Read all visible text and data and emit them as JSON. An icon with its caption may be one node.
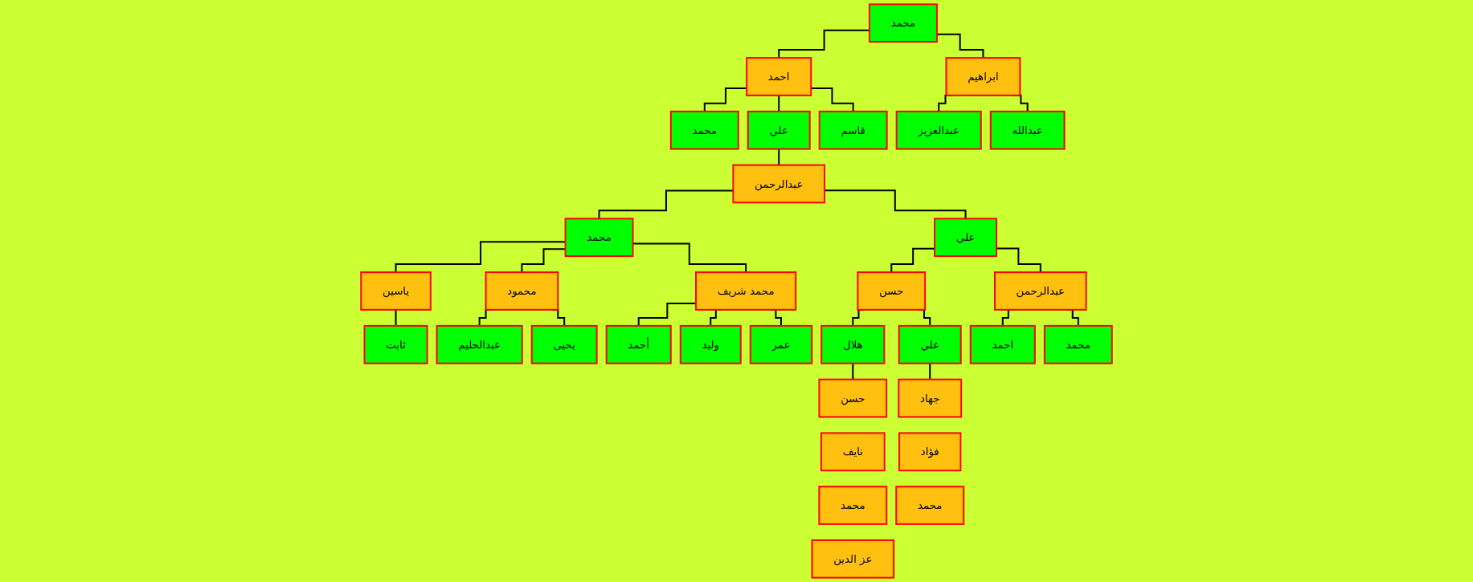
{
  "diagram": {
    "nodes": [
      {
        "text": [
          "محمد"
        ]
      },
      {
        "text": [
          "احمد"
        ]
      },
      {
        "text": [
          "ابراهيم"
        ]
      },
      {
        "text": [
          "محمد"
        ]
      },
      {
        "text": [
          "علي"
        ]
      },
      {
        "text": [
          "قاسم"
        ]
      },
      {
        "text": [
          "عبدالعزيز"
        ]
      },
      {
        "text": [
          "عبدالله"
        ]
      },
      {
        "text": [
          "عبدالرحمن"
        ]
      },
      {
        "text": [
          "محمد"
        ]
      },
      {
        "text": [
          "علي"
        ]
      },
      {
        "text": [
          "ياسين"
        ]
      },
      {
        "text": [
          "محمود"
        ]
      },
      {
        "text": [
          "محمد شريف"
        ]
      },
      {
        "text": [
          "حسن"
        ]
      },
      {
        "text": [
          "عبدالرحمن"
        ]
      },
      {
        "text": [
          "ثابت"
        ]
      },
      {
        "text": [
          "عبدالحليم"
        ]
      },
      {
        "text": [
          "يحيى"
        ]
      },
      {
        "text": [
          "هلال"
        ]
      },
      {
        "text": [
          "علي"
        ]
      },
      {
        "text": [
          "احمد"
        ]
      },
      {
        "text": [
          "محمد"
        ]
      },
      {
        "text": [
          "أحمد"
        ]
      },
      {
        "text": [
          "وليد"
        ]
      },
      {
        "text": [
          "عمر"
        ]
      },
      {
        "text": [
          "حسن"
        ]
      },
      {
        "text": [
          "نايف"
        ]
      },
      {
        "text": [
          "محمد"
        ]
      },
      {
        "text": [
          "عز الدين"
        ]
      },
      {
        "text": [
          "جهاد"
        ]
      },
      {
        "text": [
          "فؤاد"
        ]
      },
      {
        "text": [
          "محمد"
        ]
      }
    ],
    "edges": [
      {
        "from": 0,
        "to": 1,
        "arrow": "none"
      },
      {
        "from": 0,
        "to": 2,
        "arrow": "none"
      },
      {
        "from": 1,
        "to": 3,
        "arrow": "none"
      },
      {
        "from": 1,
        "to": 4,
        "arrow": "none"
      },
      {
        "from": 1,
        "to": 5,
        "arrow": "none"
      },
      {
        "from": 2,
        "to": 6,
        "arrow": "none"
      },
      {
        "from": 2,
        "to": 7,
        "arrow": "none"
      },
      {
        "from": 4,
        "to": 8,
        "arrow": "none"
      },
      {
        "from": 8,
        "to": 9,
        "arrow": "none"
      },
      {
        "from": 8,
        "to": 10,
        "arrow": "none"
      },
      {
        "from": 9,
        "to": 11,
        "arrow": "none"
      },
      {
        "from": 9,
        "to": 12,
        "arrow": "none"
      },
      {
        "from": 9,
        "to": 13,
        "arrow": "none"
      },
      {
        "from": 10,
        "to": 14,
        "arrow": "none"
      },
      {
        "from": 10,
        "to": 15,
        "arrow": "none"
      },
      {
        "from": 11,
        "to": 16,
        "arrow": "none"
      },
      {
        "from": 12,
        "to": 17,
        "arrow": "none"
      },
      {
        "from": 12,
        "to": 18,
        "arrow": "none"
      },
      {
        "from": 13,
        "to": 23,
        "arrow": "none"
      },
      {
        "from": 13,
        "to": 24,
        "arrow": "none"
      },
      {
        "from": 13,
        "to": 25,
        "arrow": "none"
      },
      {
        "from": 14,
        "to": 19,
        "arrow": "none"
      },
      {
        "from": 14,
        "to": 20,
        "arrow": "none"
      },
      {
        "from": 15,
        "to": 21,
        "arrow": "none"
      },
      {
        "from": 15,
        "to": 22,
        "arrow": "none"
      },
      {
        "from": 19,
        "to": 26,
        "arrow": "none"
      },
      {
        "from": 20,
        "to": 30,
        "arrow": "none"
      }
    ]
  }
}
